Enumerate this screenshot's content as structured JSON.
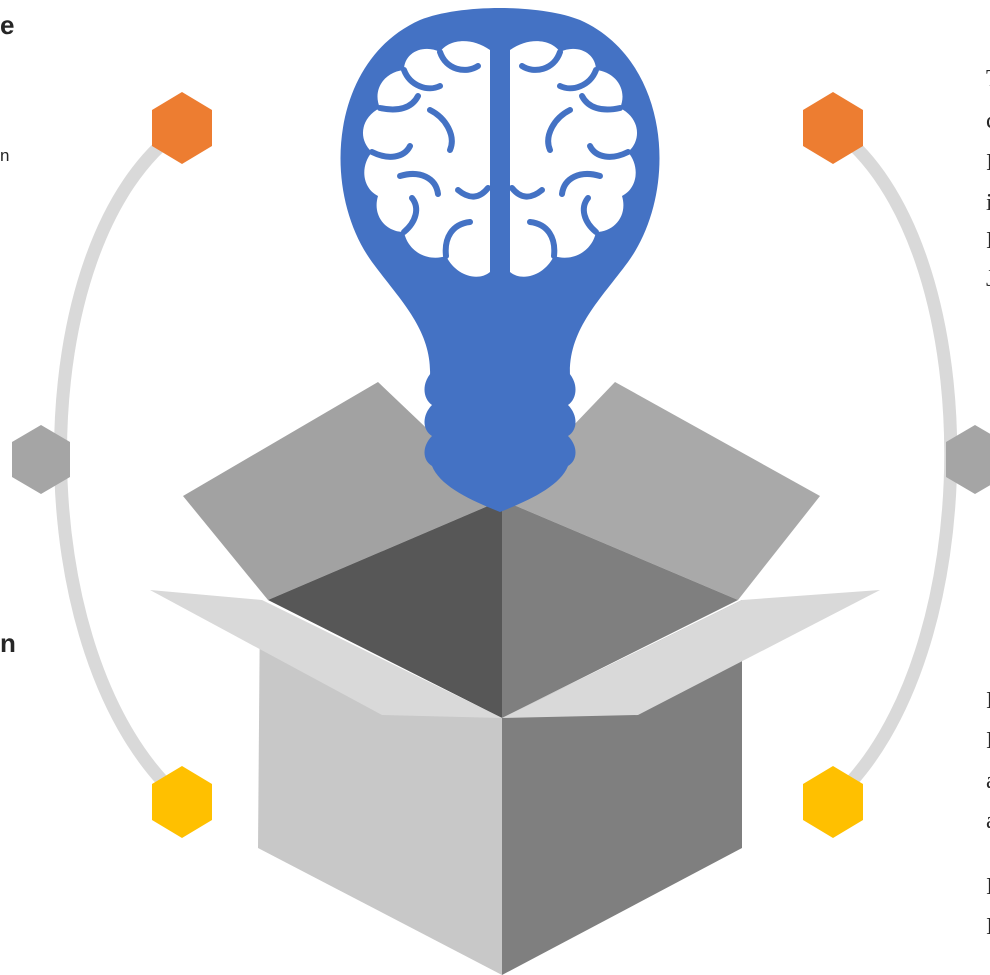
{
  "colors": {
    "bulb": "#4472c4",
    "orange": "#ed7d31",
    "gray": "#a5a5a5",
    "yellow": "#ffc000",
    "arc": "#d9d9d9",
    "box_front_left": "#c8c8c8",
    "box_front_right": "#808080",
    "box_inner_left": "#575757",
    "box_inner_right": "#7f7f7f"
  },
  "left_column": {
    "top_heading_fragment": "e",
    "top_body_fragment": "n",
    "bottom_heading_fragment": "n"
  },
  "right_column": {
    "top_lines": [
      "T",
      "c",
      "I",
      "i",
      "I",
      "J"
    ],
    "bottom_lines": [
      "I",
      "I",
      "a",
      "a",
      "I",
      "I"
    ]
  },
  "icons": {
    "center": "lightbulb-brain-icon",
    "box": "open-box-icon"
  }
}
